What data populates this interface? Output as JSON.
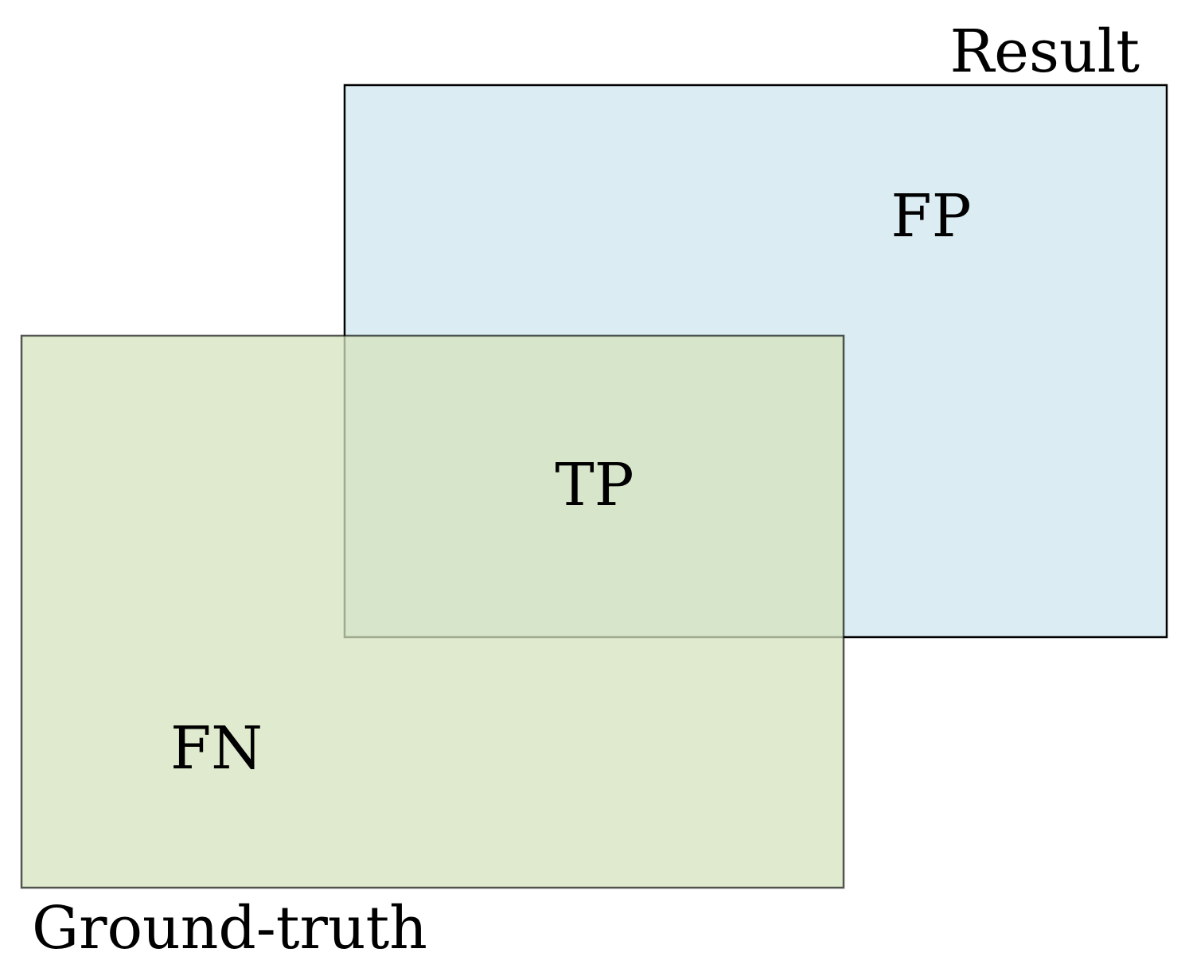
{
  "sets": {
    "result": {
      "label": "Result",
      "fill_color": "#dbedf2"
    },
    "ground_truth": {
      "label": "Ground-truth",
      "fill_color": "#d6e3be"
    }
  },
  "regions": {
    "false_positive": "FP",
    "true_positive": "TP",
    "false_negative": "FN"
  },
  "overlap_color": "#d0e1cb",
  "border_color": "#000000"
}
